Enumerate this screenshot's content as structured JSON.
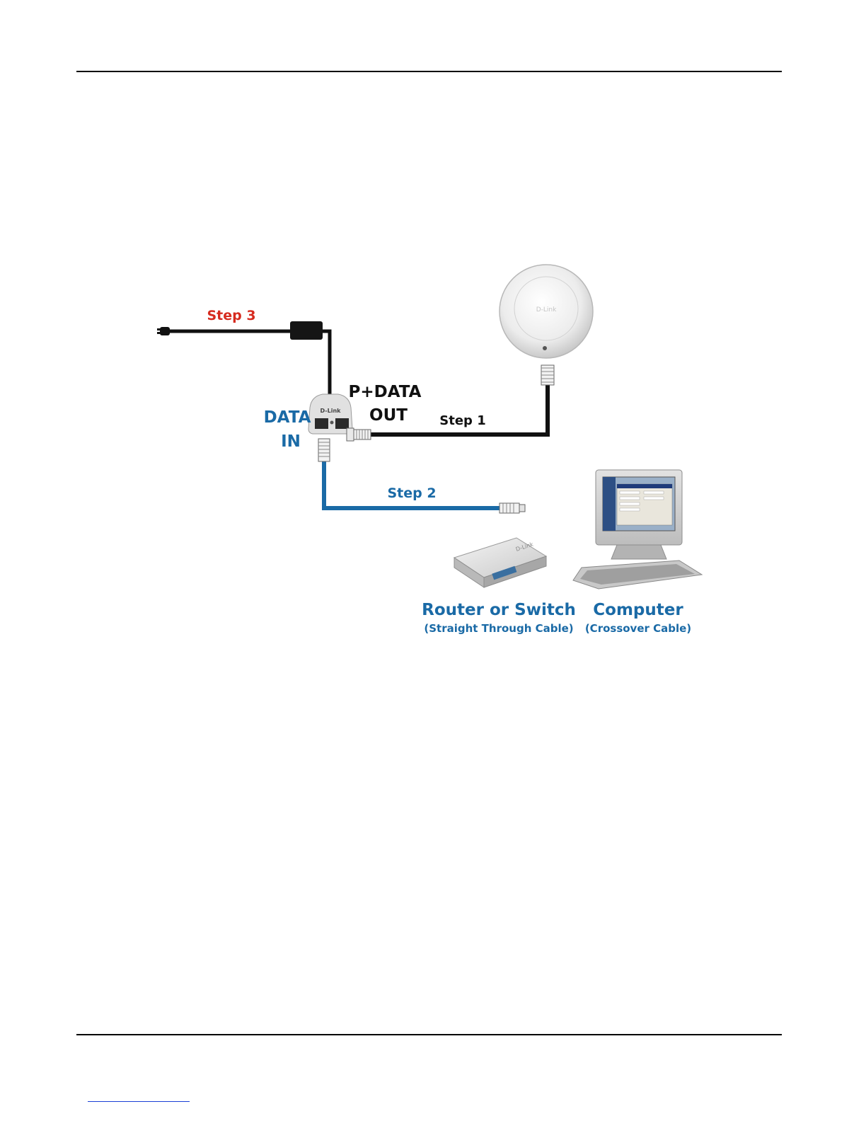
{
  "diagram": {
    "step3_label": "Step 3",
    "step1_label": "Step 1",
    "step2_label": "Step 2",
    "data_in_label": [
      "DATA",
      "IN"
    ],
    "pdata_out_label": [
      "P+DATA",
      "OUT"
    ],
    "injector_brand": "D-Link",
    "ap_brand": "D-Link",
    "router_label": "Router or Switch",
    "router_sublabel": "(Straight Through Cable)",
    "computer_label": "Computer",
    "computer_sublabel": "(Crossover Cable)",
    "colors": {
      "red": "#d62b1f",
      "blue": "#1a6aa6",
      "black": "#111111"
    }
  }
}
